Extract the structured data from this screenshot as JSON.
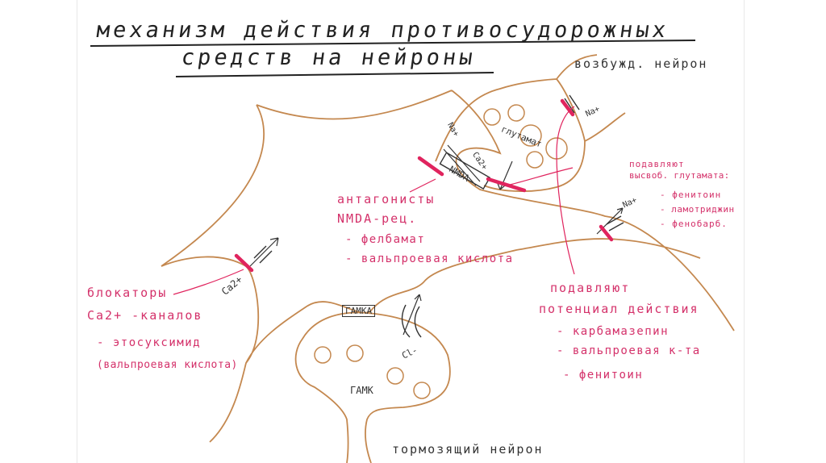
{
  "title": {
    "line1": "механизм действия противосудорожных",
    "line2": "средств на нейроны"
  },
  "neurons": {
    "excitatory": "возбужд. нейрон",
    "inhibitory": "тормозящий нейрон",
    "glutamate": "глутамат",
    "gaba_vesicles": "ГАМК"
  },
  "receptors": {
    "nmda": "NMDA",
    "gaba": "ГАМКА"
  },
  "ions": {
    "na_top_left": "Na+",
    "ca_top": "Ca2+",
    "na_top_right": "Na+",
    "na_right": "Na+",
    "ca_left": "Ca2+",
    "cl": "Cl-"
  },
  "annotations": {
    "nmda_antagonists": {
      "heading_line1": "антагонисты",
      "heading_line2": "NMDA-рец.",
      "items": [
        "- фелбамат",
        "- вальпроевая кислота"
      ]
    },
    "glutamate_release": {
      "heading_line1": "подавляют",
      "heading_line2": "высвоб. глутамата:",
      "items": [
        "- фенитоин",
        "- ламотриджин",
        "- фенобарб."
      ]
    },
    "ca_blockers": {
      "heading_line1": "блокаторы",
      "heading_line2": "Ca2+ -каналов",
      "items": [
        "- этосуксимид",
        "(вальпроевая кислота)"
      ]
    },
    "action_potential": {
      "heading_line1": "подавляют",
      "heading_line2": "потенциал действия",
      "items": [
        "- карбамазепин",
        "- вальпроевая к-та",
        "- фенитоин"
      ]
    }
  },
  "colors": {
    "outline": "#c4884f",
    "accent": "#e0245e",
    "annotation": "#d4316a",
    "ink": "#222222"
  }
}
